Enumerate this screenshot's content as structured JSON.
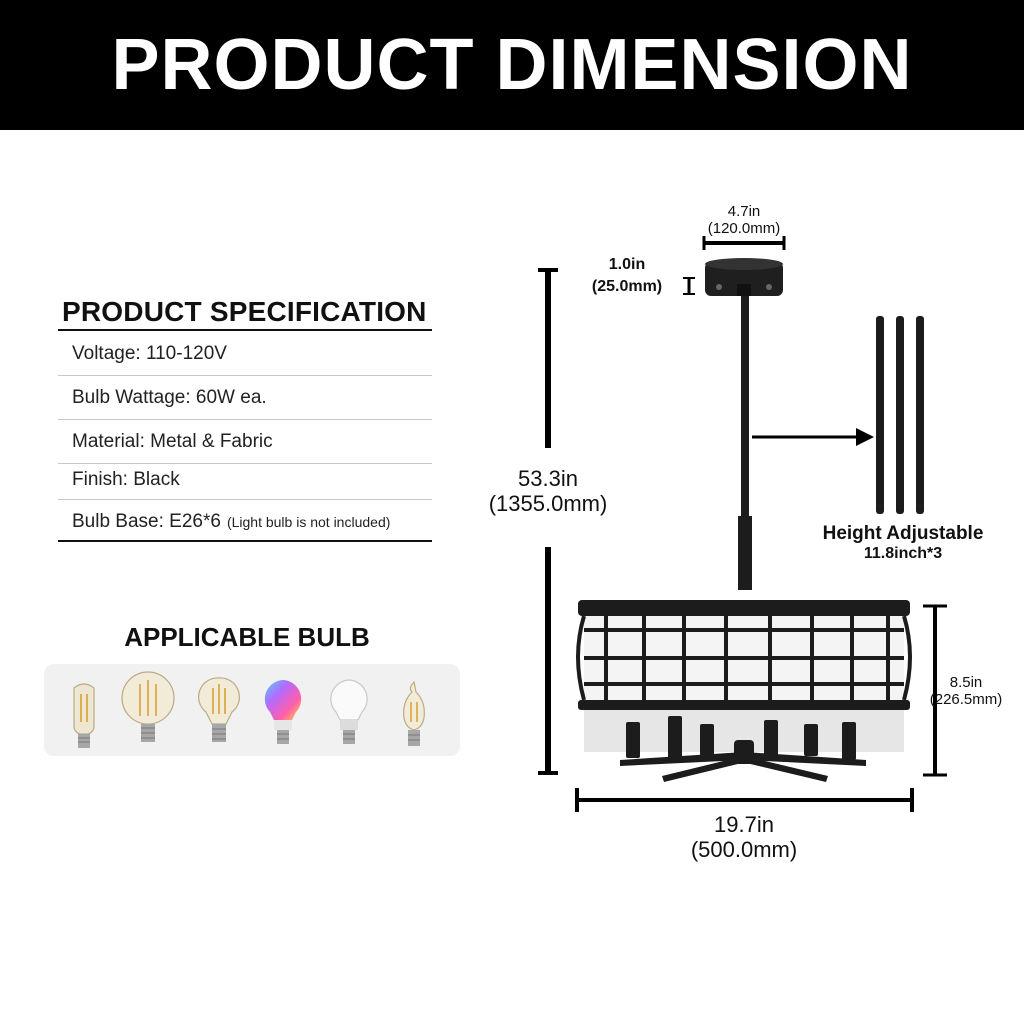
{
  "header": {
    "title": "PRODUCT DIMENSION"
  },
  "spec": {
    "title": "PRODUCT SPECIFICATION",
    "rows": [
      {
        "text": "Voltage: 110-120V"
      },
      {
        "text": "Bulb Wattage: 60W ea."
      },
      {
        "text": "Material: Metal & Fabric"
      },
      {
        "text": "Finish: Black"
      },
      {
        "text": "Bulb Base: E26*6",
        "note": "(Light bulb is not included)"
      }
    ]
  },
  "bulbs": {
    "title": "APPLICABLE BULB",
    "types": [
      "tubular-filament-bulb-icon",
      "globe-filament-bulb-icon",
      "a19-filament-bulb-icon",
      "rgb-smart-bulb-icon",
      "led-a19-bulb-icon",
      "candle-filament-bulb-icon"
    ]
  },
  "dimensions": {
    "canopy_width": {
      "in": "4.7in",
      "mm": "(120.0mm)"
    },
    "canopy_height": {
      "in": "1.0in",
      "mm": "(25.0mm)"
    },
    "total_height": {
      "in": "53.3in",
      "mm": "(1355.0mm)"
    },
    "shade_height": {
      "in": "8.5in",
      "mm": "(226.5mm)"
    },
    "diameter": {
      "in": "19.7in",
      "mm": "(500.0mm)"
    },
    "rods": {
      "label": "Height Adjustable",
      "detail": "11.8inch*3"
    }
  },
  "colors": {
    "banner": "#000000",
    "metal": "#1c1c1c",
    "fabric": "#f4f4f4",
    "panel": "#f1f1f1"
  }
}
